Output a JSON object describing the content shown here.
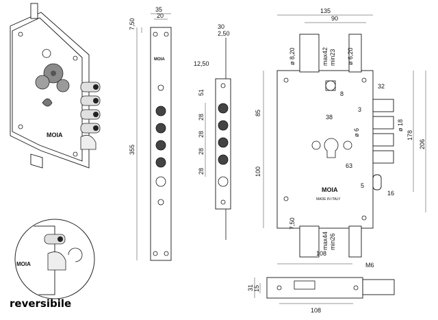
{
  "brand": {
    "logo_text": "MOIA",
    "made_in": "MADE IN ITALY"
  },
  "caption": {
    "reversible": "reversibile"
  },
  "front_view": {
    "dims": {
      "d7_50": "7,50",
      "d35": "35",
      "d20": "20",
      "d355": "355"
    }
  },
  "side_profile": {
    "dims": {
      "d30": "30",
      "d2_50": "2,50",
      "d12_50": "12,50",
      "d51": "51",
      "d28a": "28",
      "d28b": "28",
      "d28c": "28",
      "d28d": "28"
    }
  },
  "main_view": {
    "dims": {
      "d135": "135",
      "d90": "90",
      "d_phi8_20": "ø 8,20",
      "d_max42": "max42",
      "d_min23": "min23",
      "d_phi6_20": "ø 6,20",
      "d32": "32",
      "d85": "85",
      "d8": "8",
      "d38": "38",
      "d_phi6": "ø 6",
      "d3": "3",
      "d_phi18": "ø 18",
      "d178": "178",
      "d206": "206",
      "d100": "100",
      "d63": "63",
      "d5": "5",
      "d16": "16",
      "d7_50b": "7,50",
      "d_max44": "max44",
      "d_min26": "min26",
      "d108": "108",
      "d_m6": "M6"
    }
  },
  "bottom_view": {
    "dims": {
      "d31": "31",
      "d15": "15",
      "d108b": "108"
    }
  }
}
